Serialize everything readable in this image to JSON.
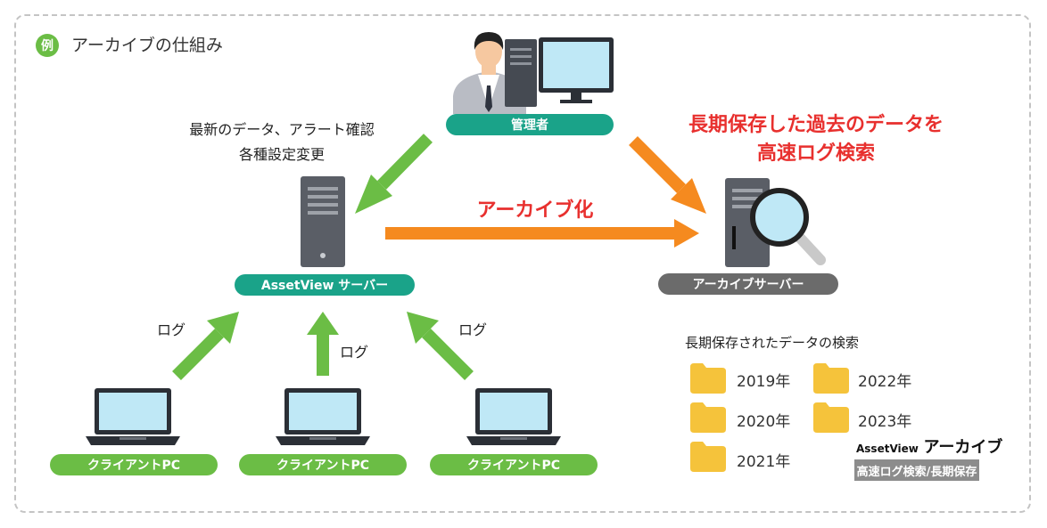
{
  "title": {
    "badge": "例",
    "text": "アーカイブの仕組み"
  },
  "admin": {
    "label": "管理者"
  },
  "admin_actions": {
    "line1": "最新のデータ、アラート確認",
    "line2": "各種設定変更"
  },
  "archive_search_note": {
    "line1": "長期保存した過去のデータを",
    "line2": "高速ログ検索"
  },
  "archive_flow_label": "アーカイブ化",
  "server": {
    "label": "AssetView サーバー"
  },
  "archive_server": {
    "label": "アーカイブサーバー"
  },
  "logs": {
    "left": "ログ",
    "center": "ログ",
    "right": "ログ"
  },
  "clients": [
    {
      "label": "クライアントPC"
    },
    {
      "label": "クライアントPC"
    },
    {
      "label": "クライアントPC"
    }
  ],
  "search": {
    "title": "長期保存されたデータの検索",
    "years": [
      "2019年",
      "2020年",
      "2021年",
      "2022年",
      "2023年"
    ]
  },
  "brand": {
    "name": "AssetView",
    "product": "アーカイブ",
    "tagline": "高速ログ検索/長期保存"
  },
  "colors": {
    "teal": "#1aa389",
    "green": "#6bbd45",
    "orange": "#f58a1f",
    "red": "#e8302e",
    "gray": "#6b6b6b",
    "folder": "#f5c33b"
  }
}
